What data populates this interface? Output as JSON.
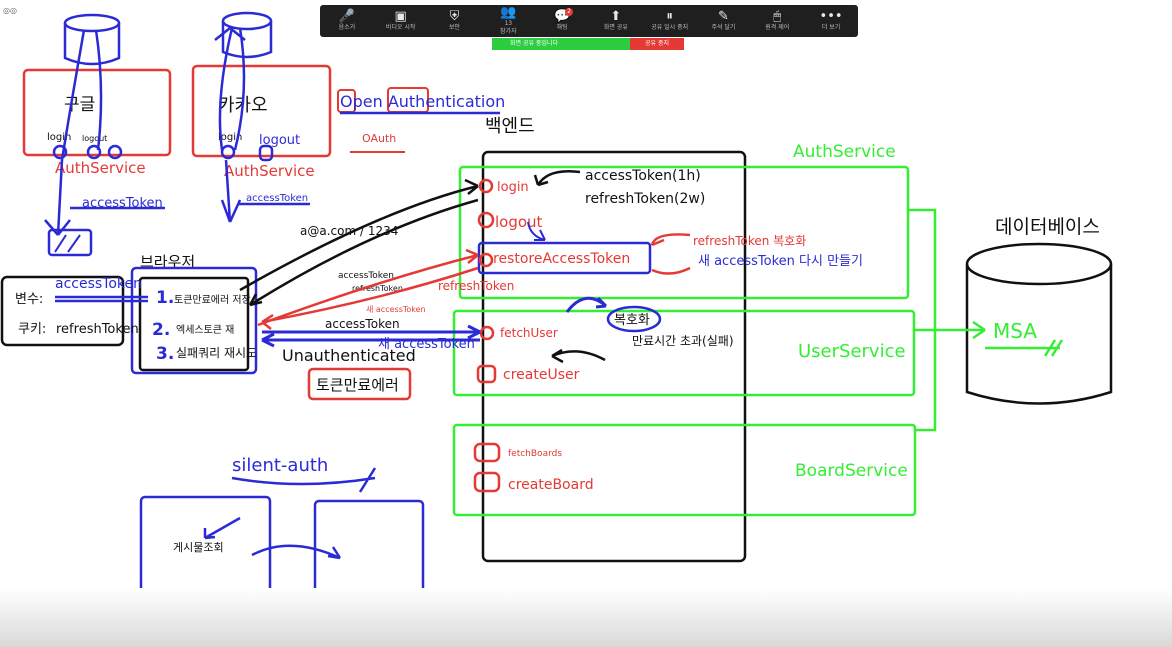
{
  "toolbar": {
    "buttons": [
      {
        "icon": "mic-icon",
        "glyph": "🎤",
        "label": "음소거"
      },
      {
        "icon": "video-off-icon",
        "glyph": "▣",
        "label": "비디오 시작"
      },
      {
        "icon": "shield-icon",
        "glyph": "⛨",
        "label": "보안"
      },
      {
        "icon": "participants-icon",
        "glyph": "👥",
        "label": "참가자",
        "count": "13"
      },
      {
        "icon": "chat-icon",
        "glyph": "💬",
        "label": "채팅",
        "badge": "2"
      },
      {
        "icon": "share-screen-icon",
        "glyph": "⬆",
        "label": "화면 공유"
      },
      {
        "icon": "pause-icon",
        "glyph": "⏸",
        "label": "공유 일시 중지"
      },
      {
        "icon": "annotate-icon",
        "glyph": "✎",
        "label": "주석 달기"
      },
      {
        "icon": "remote-control-icon",
        "glyph": "🖱",
        "label": "원격 제어"
      },
      {
        "icon": "more-icon",
        "glyph": "•••",
        "label": "더 보기"
      }
    ],
    "share_status": "화면 공유 중입니다",
    "stop_share": "공유 중지",
    "accent_green": "#2ecc40",
    "accent_red": "#e53935"
  },
  "diagram": {
    "google_label": "구글",
    "kakao_label": "카카오",
    "login": "login",
    "logout": "logout",
    "authservice": "AuthService",
    "access_token": "accessToken",
    "open_auth": "Open Authentication",
    "oauth": "OAuth",
    "backend": "백엔드",
    "browser": "브라우저",
    "var_label": "변수:",
    "var_value": "accessToken",
    "cookie_label": "쿠키:",
    "cookie_value": "refreshToken",
    "browser_step1": "토큰만료에러 저장",
    "browser_step2": "엑세스토큰 재",
    "browser_step3": "실패쿼리 재시도",
    "credentials": "a@a.com / 1234",
    "login_fn": "login",
    "logout_fn": "logout",
    "restore_fn": "restoreAccessToken",
    "fetchuser_fn": "fetchUser",
    "createuser_fn": "createUser",
    "fetchboards_fn": "fetchBoards",
    "createboard_fn": "createBoard",
    "access_token_1h": "accessToken(1h)",
    "refresh_token_2w": "refreshToken(2w)",
    "refresh_decode": "refreshToken 복호화",
    "new_token_create": "새 accessToken 다시 만들기",
    "decode": "복호화",
    "expired_fail": "만료시간 초과(실패)",
    "authservice_right": "AuthService",
    "userservice": "UserService",
    "boardservice": "BoardService",
    "database": "데이터베이스",
    "msa": "MSA",
    "arrow_access_token": "accessToken",
    "arrow_refresh_token_small": "refreshToken",
    "arrow_refresh_token": "refreshToken",
    "arrow_new_small": "새 accessToken",
    "arrow_access_token_2": "accessToken",
    "arrow_new_access": "새 accessToken",
    "unauthenticated": "Unauthenticated",
    "token_expired_error": "토큰만료에러",
    "silent_auth": "silent-auth",
    "board_view": "게시물조회",
    "colors": {
      "red": "#e53935",
      "blue": "#2b2bd6",
      "green": "#33ee33",
      "black": "#111111"
    }
  }
}
